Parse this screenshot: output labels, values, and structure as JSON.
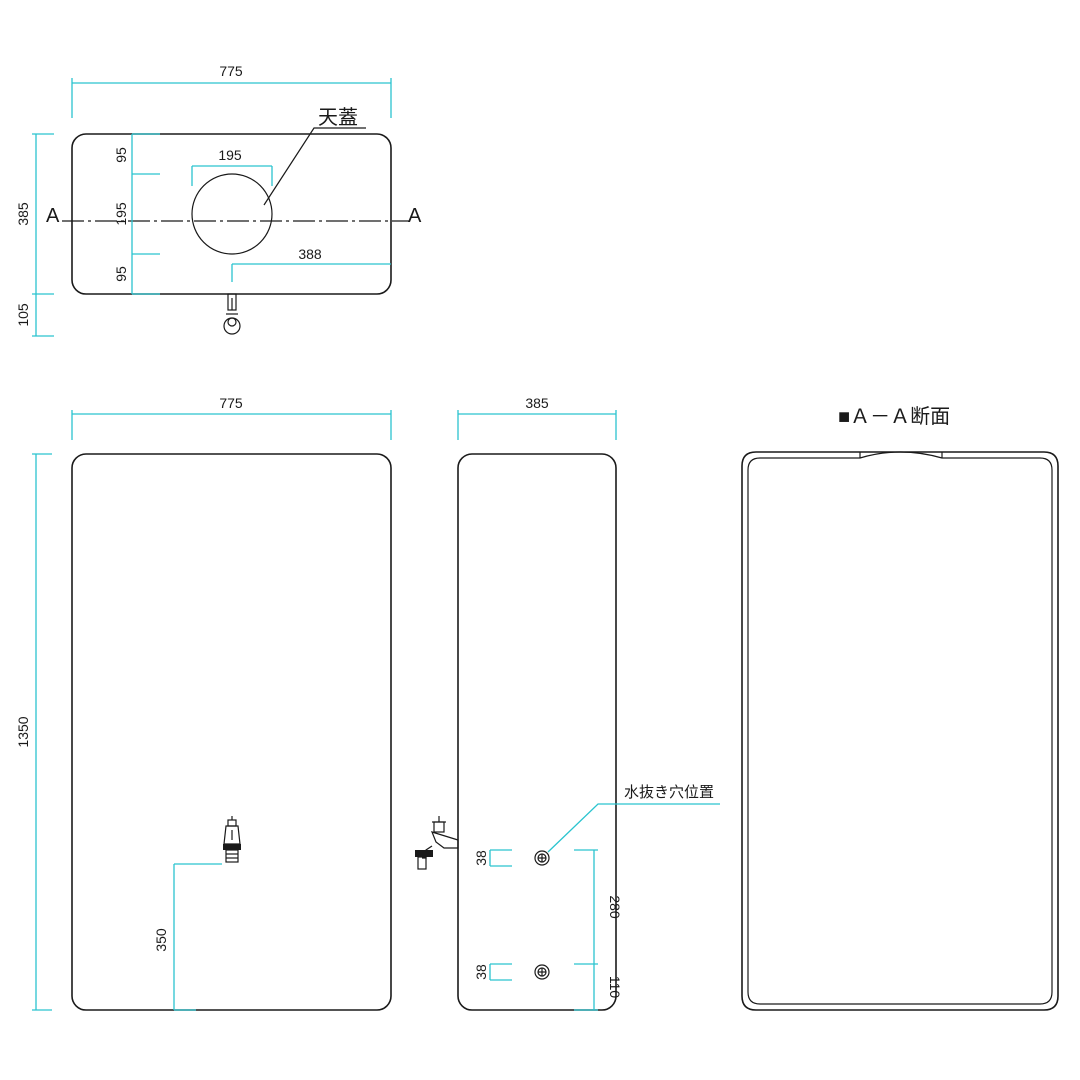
{
  "colors": {
    "line": "#1a1a1a",
    "dimension": "#2bc4cf",
    "background": "#ffffff"
  },
  "top_view": {
    "width_dim": "775",
    "hole_dim": "195",
    "depth_dim": "385",
    "faucet_dim": "105",
    "seg_top": "95",
    "seg_mid": "195",
    "seg_bottom": "95",
    "faucet_offset": "388",
    "section_mark_left": "A",
    "section_mark_right": "A",
    "lid_label": "天蓋"
  },
  "front_view": {
    "width_dim": "775",
    "height_dim": "1350",
    "faucet_height_dim": "350"
  },
  "side_view": {
    "width_dim": "385",
    "drain_label": "水抜き穴位置",
    "hole_dim_upper": "38",
    "hole_dim_lower": "38",
    "spacing_dim": "280",
    "bottom_dim": "110"
  },
  "section_view": {
    "title": "■Ａ－Ａ断面"
  }
}
